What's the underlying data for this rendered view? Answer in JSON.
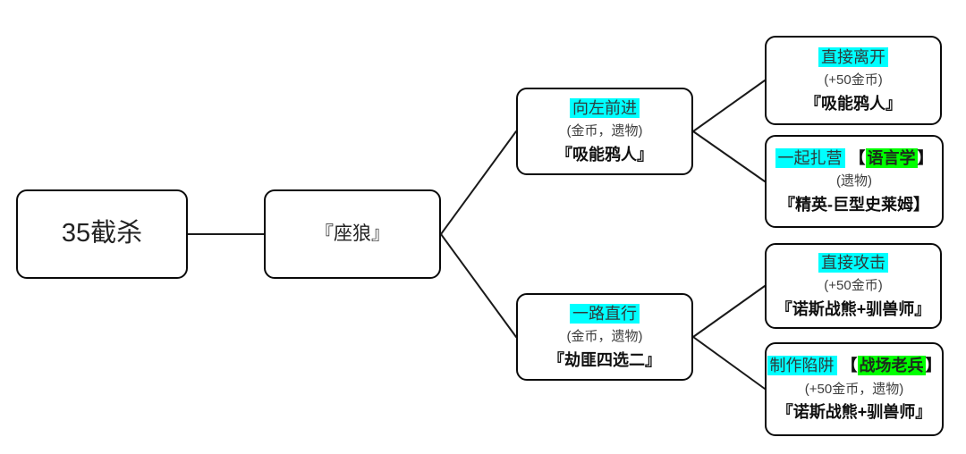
{
  "diagram": {
    "colors": {
      "action_highlight": "#00ffff",
      "perk_highlight": "#00ff00",
      "node_border": "#000000",
      "connector": "#1a1a1a",
      "background": "#ffffff"
    },
    "nodes": {
      "start": {
        "title": "35截杀"
      },
      "encounter": {
        "title": "『座狼』"
      },
      "left_path": {
        "action": "向左前进",
        "reward": "(金币，遗物)",
        "result": "『吸能鸦人』"
      },
      "straight_path": {
        "action": "一路直行",
        "reward": "(金币，遗物)",
        "result": "『劫匪四选二』"
      },
      "leave": {
        "action": "直接离开",
        "reward": "(+50金币)",
        "result": "『吸能鸦人』"
      },
      "camp": {
        "action": "一起扎营",
        "perk_open": "【",
        "perk": "语言学",
        "perk_close": "】",
        "reward": "(遗物)",
        "result": "『精英-巨型史莱姆】"
      },
      "attack": {
        "action": "直接攻击",
        "reward": "(+50金币)",
        "result": "『诺斯战熊+驯兽师』"
      },
      "trap": {
        "action": "制作陷阱",
        "perk_open": "【",
        "perk": "战场老兵",
        "perk_close": "】",
        "reward": "(+50金币，遗物)",
        "result": "『诺斯战熊+驯兽师』"
      }
    }
  }
}
